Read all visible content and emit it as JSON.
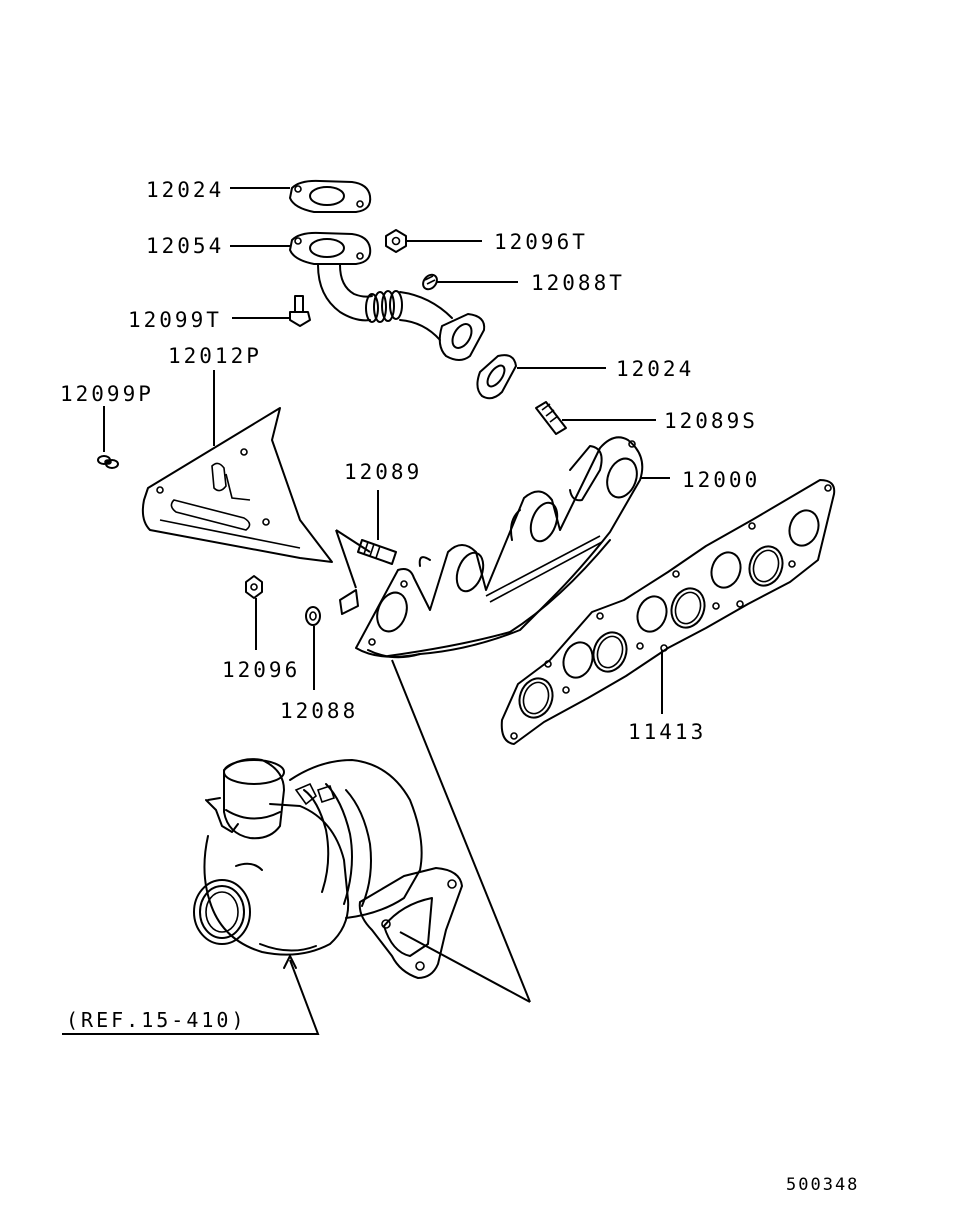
{
  "labels": {
    "p12024_top": "12024",
    "p12054": "12054",
    "p12096T": "12096T",
    "p12088T": "12088T",
    "p12099T": "12099T",
    "p12012P": "12012P",
    "p12024_mid": "12024",
    "p12099P": "12099P",
    "p12089S": "12089S",
    "p12089": "12089",
    "p12000": "12000",
    "p12096": "12096",
    "p12088": "12088",
    "p11413": "11413",
    "ref": "(REF.15-410)"
  },
  "diagram_code": "500348"
}
